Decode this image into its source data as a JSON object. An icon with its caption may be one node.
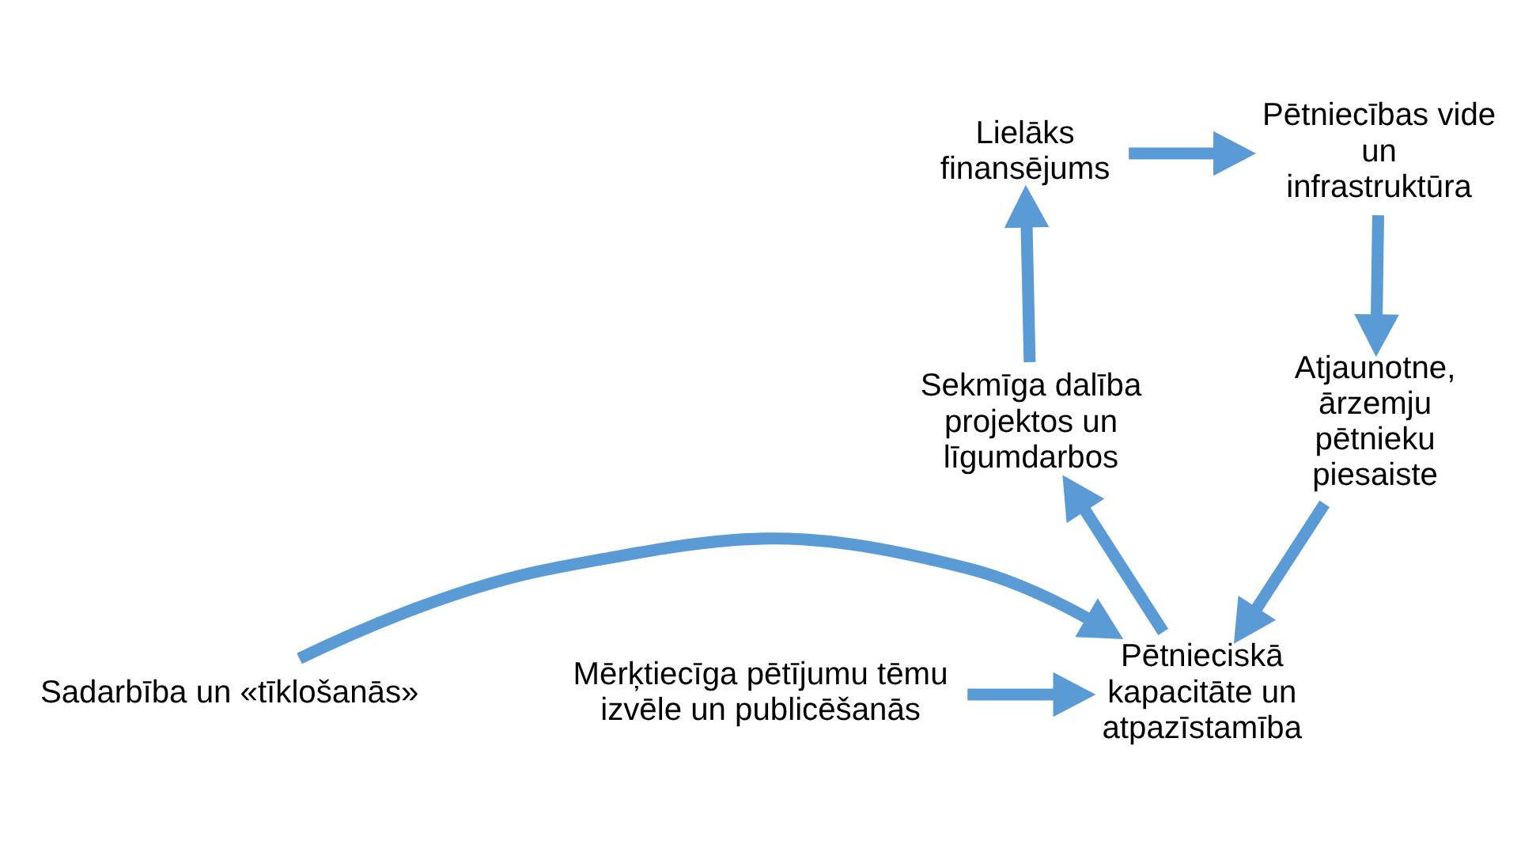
{
  "diagram": {
    "nodes": [
      {
        "text": [
          "Lielāks finansējums"
        ]
      },
      {
        "text": [
          "Pētniecības vide un infrastruktūra"
        ]
      },
      {
        "text": [
          "Atjaunotne, ārzemju pētnieku piesaiste"
        ]
      },
      {
        "text": [
          "Pētnieciskā kapacitāte un atpazīstamība"
        ]
      },
      {
        "text": [
          "Sekmīga dalība projektos un līgumdarbos"
        ]
      },
      {
        "text": [
          "Sadarbība un «tīklošanās»"
        ]
      },
      {
        "text": [
          "Mērķtiecīga pētījumu tēmu izvēle un publicēšanās"
        ]
      }
    ],
    "edges": [
      {
        "from": 0,
        "to": 1,
        "arrow": "to"
      },
      {
        "from": 1,
        "to": 2,
        "arrow": "to"
      },
      {
        "from": 2,
        "to": 3,
        "arrow": "to"
      },
      {
        "from": 3,
        "to": 4,
        "arrow": "to"
      },
      {
        "from": 4,
        "to": 0,
        "arrow": "to"
      },
      {
        "from": 5,
        "to": 3,
        "arrow": "to"
      },
      {
        "from": 6,
        "to": 3,
        "arrow": "to"
      }
    ]
  }
}
